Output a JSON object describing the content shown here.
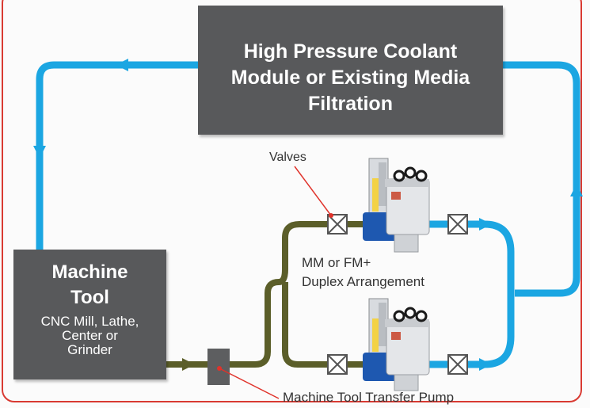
{
  "hp_module": {
    "lines": [
      "High Pressure Coolant",
      "Module or Existing Media",
      "Filtration"
    ]
  },
  "machine_tool": {
    "title_lines": [
      "Machine",
      "Tool"
    ],
    "sub_lines": [
      "CNC Mill, Lathe,",
      "Center or",
      "Grinder"
    ]
  },
  "labels": {
    "valves": "Valves",
    "duplex_line1": "MM or FM+",
    "duplex_line2": "Duplex Arrangement",
    "pump": "Machine Tool Transfer Pump"
  },
  "colors": {
    "clean_coolant": "#1ba6e2",
    "dirty_coolant": "#5b5e29",
    "box_fill": "#58595b",
    "frame": "#d93a32",
    "leader_line": "#e0322a"
  }
}
